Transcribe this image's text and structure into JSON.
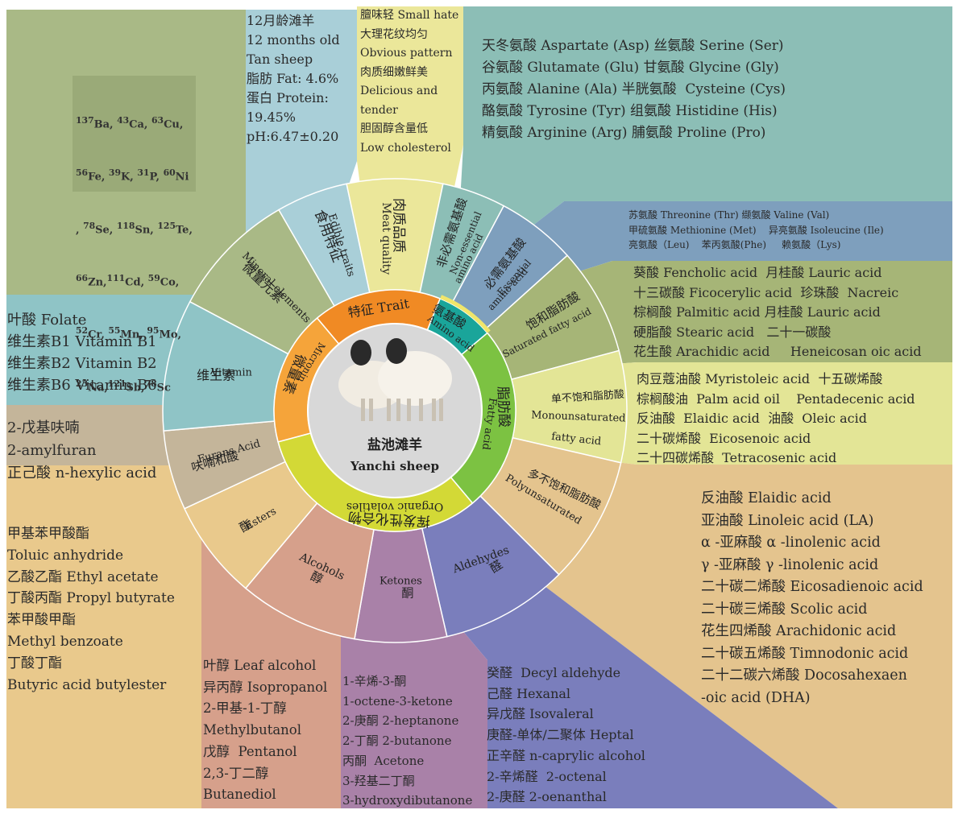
{
  "center": {
    "zh": "盐池滩羊",
    "en": "Yanchi sheep"
  },
  "core": {
    "trait": "特征 Trait",
    "amino": [
      "氨基酸",
      "Amino acid"
    ],
    "fatty": [
      "脂肪酸",
      "Fatty acid"
    ],
    "volatiles": [
      "挥发性化合物",
      "Organic volatiles"
    ],
    "micronin": [
      "微量素",
      "Micronin"
    ]
  },
  "sub": {
    "edible": [
      "食用特征",
      "Edible traits"
    ],
    "meat": [
      "肉质品质",
      "Meat quality"
    ],
    "nonessential": [
      "非必需氨基酸",
      "Non-essential",
      "amino acid"
    ],
    "essential": [
      "必需氨基酸",
      "Essential",
      "amino acid"
    ],
    "saturated": [
      "饱和脂肪酸",
      "Saturated fatty acid"
    ],
    "mono": [
      "单不饱和脂肪酸",
      "Monounsaturated",
      "fatty acid"
    ],
    "poly": [
      "多不饱和脂肪酸",
      "Polyunsaturated"
    ],
    "aldehydes": [
      "醛",
      "Aldehydes"
    ],
    "ketones": [
      "酮",
      "Ketones"
    ],
    "alcohols": [
      "醇",
      "Alcohols"
    ],
    "esters": [
      "酯",
      "Esters"
    ],
    "furans": [
      "呋喃和酸",
      "Furans  Acid"
    ],
    "vitamin": [
      "维生素",
      "Vitamin"
    ],
    "mineral": [
      "微量元素",
      "Mineral elements"
    ]
  },
  "boxes": {
    "mineral": [
      {
        "t": "Ba",
        "m": "137"
      },
      {
        "t": ", "
      },
      {
        "t": "Ca",
        "m": "43"
      },
      {
        "t": ", "
      },
      {
        "t": "Cu,",
        "m": "63"
      }
    ],
    "mineral_lines": [
      "137Ba, 43Ca, 63Cu,",
      "56Fe, 39K, 31P, 60Ni",
      ", 78Se, 118Sn, 125Te,",
      "66Zn,111Cd, 59Co,",
      "52Cr, 55Mn, 95Mo,",
      "23Na,121Sb,78Sc"
    ],
    "edible": [
      "12月龄滩羊",
      "12 months old",
      "Tan sheep",
      "脂肪 Fat: 4.6%",
      "蛋白 Protein:",
      "19.45%",
      "pH:6.47±0.20"
    ],
    "meat": [
      "膻味轻 Small hate",
      "大理花纹均匀",
      "Obvious pattern",
      "肉质细嫩鲜美",
      "Delicious and",
      "tender",
      "胆固醇含量低",
      "Low cholesterol"
    ],
    "nonessential": [
      "天冬氨酸 Aspartate (Asp) 丝氨酸 Serine (Ser)",
      "谷氨酸 Glutamate (Glu) 甘氨酸 Glycine (Gly)",
      "丙氨酸 Alanine (Ala) 半胱氨酸  Cysteine (Cys)",
      "酪氨酸 Tyrosine (Tyr) 组氨酸 Histidine (His)",
      "精氨酸 Arginine (Arg) 脯氨酸 Proline (Pro)"
    ],
    "essential": [
      "苏氨酸 Threonine (Thr) 缬氨酸 Valine (Val)",
      "甲硫氨酸 Methionine (Met)    异亮氨酸 Isoleucine (Ile)",
      "亮氨酸（Leu)    苯丙氨酸(Phe)     赖氨酸（Lys)"
    ],
    "saturated": [
      "葵酸 Fencholic acid  月桂酸 Lauric acid",
      "十三碳酸 Ficocerylic acid  珍珠酸  Nacreic",
      "棕榈酸 Palmitic acid 月桂酸 Lauric acid",
      "硬脂酸 Stearic acid   二十一碳酸",
      "花生酸 Arachidic acid     Heneicosan oic acid"
    ],
    "mono": [
      "肉豆蔻油酸 Myristoleic acid  十五碳烯酸",
      "棕榈酸油  Palm acid oil    Pentadecenic acid",
      "反油酸  Elaidic acid  油酸  Oleic acid",
      "二十碳烯酸  Eicosenoic acid",
      "二十四碳烯酸  Tetracosenic acid"
    ],
    "poly": [
      "反油酸 Elaidic acid",
      "亚油酸 Linoleic acid (LA)",
      "α -亚麻酸 α -linolenic acid",
      "γ -亚麻酸 γ -linolenic acid",
      "二十碳二烯酸 Eicosadienoic acid",
      "二十碳三烯酸 Scolic acid",
      "花生四烯酸 Arachidonic acid",
      "二十碳五烯酸 Timnodonic acid",
      "二十二碳六烯酸 Docosahexaen",
      "-oic acid (DHA)"
    ],
    "aldehydes": [
      "癸醛  Decyl aldehyde",
      "己醛 Hexanal",
      "异戊醛 Isovaleral",
      "庚醛-单体/二聚体 Heptal",
      "正辛醛 n-caprylic alcohol",
      "2-辛烯醛  2-octenal",
      "2-庚醛 2-oenanthal"
    ],
    "ketones": [
      "1-辛烯-3-酮",
      "1-octene-3-ketone",
      "2-庚酮 2-heptanone",
      "2-丁酮 2-butanone",
      "丙酮  Acetone",
      "3-羟基二丁酮",
      "3-hydroxydibutanone"
    ],
    "alcohols": [
      "叶醇 Leaf alcohol",
      "异丙醇 Isopropanol",
      "2-甲基-1-丁醇",
      "Methylbutanol",
      "戊醇  Pentanol",
      "2,3-丁二醇",
      "Butanediol"
    ],
    "esters": [
      "甲基苯甲酸酯",
      "Toluic anhydride",
      "乙酸乙酯 Ethyl acetate",
      "丁酸丙酯 Propyl butyrate",
      "苯甲酸甲酯",
      "Methyl benzoate",
      "丁酸丁酯",
      "Butyric acid butylester"
    ],
    "furans": [
      "2-戊基呋喃",
      "2-amylfuran",
      "正己酸 n-hexylic acid"
    ],
    "vitamin": [
      "叶酸 Folate",
      "维生素B1 Vitamin B1",
      "维生素B2 Vitamin B2",
      "维生素B6 Vitamin B6"
    ]
  },
  "colors": {
    "mineral": "#a9b986",
    "edible": "#a9cfd8",
    "meat": "#ebe79a",
    "amino_box": "#8cbeb6",
    "essential": "#7e9fbd",
    "saturated": "#a6b577",
    "mono": "#e3e596",
    "poly": "#e4c48e",
    "aldehydes": "#7a7ebc",
    "ketones": "#a981a8",
    "alcohols": "#d6a08b",
    "esters": "#e9c98c",
    "furans": "#c4b59a",
    "vitamin": "#8fc4c6",
    "trait": "#f08a24",
    "aminoCore": "#1aa59a",
    "fattyCore": "#7cc242",
    "volCore": "#d3d936",
    "micCore": "#f5a43a"
  }
}
